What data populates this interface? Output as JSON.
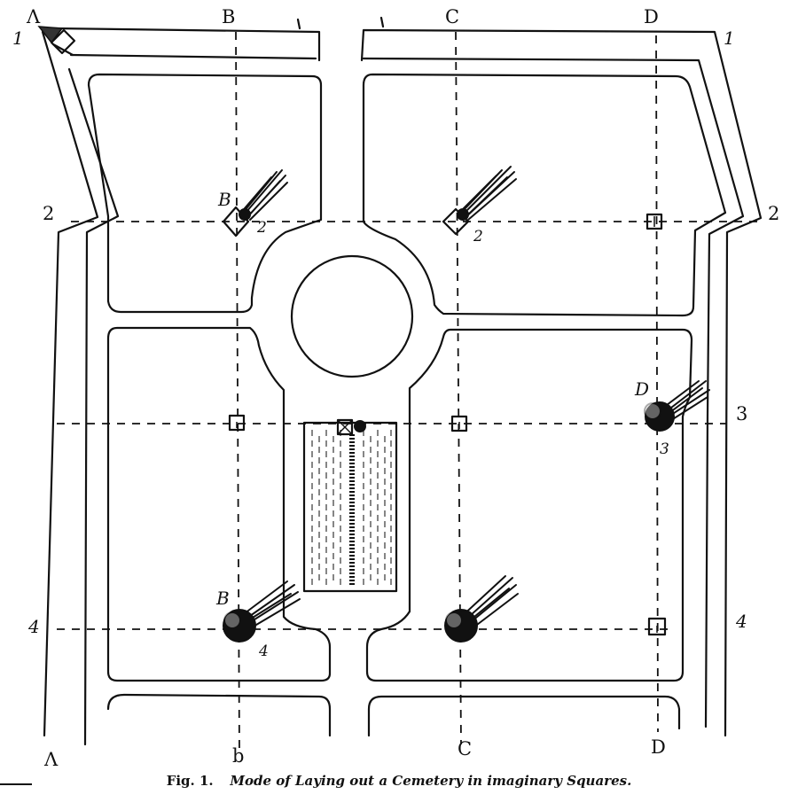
{
  "grid": {
    "columns": [
      {
        "id": "A",
        "top": "Λ",
        "bottom": "Λ"
      },
      {
        "id": "B",
        "top": "B",
        "bottom": "b"
      },
      {
        "id": "C",
        "top": "C",
        "bottom": "C"
      },
      {
        "id": "D",
        "top": "D",
        "bottom": "D"
      }
    ],
    "rows": [
      {
        "id": "1",
        "left": "1",
        "right": "1"
      },
      {
        "id": "2",
        "left": "2",
        "right": "2"
      },
      {
        "id": "3",
        "left": "",
        "right": "3"
      },
      {
        "id": "4",
        "left": "4",
        "right": "4"
      }
    ]
  },
  "markers": {
    "b2_letter": "B",
    "b2_num": "2",
    "c2_num": "2",
    "d3_letter": "D",
    "d3_num": "3",
    "b4_letter": "B",
    "b4_num": "4"
  },
  "caption": {
    "fig": "Fig. 1.",
    "title": "Mode of Laying out a Cemetery in imaginary Squares."
  }
}
